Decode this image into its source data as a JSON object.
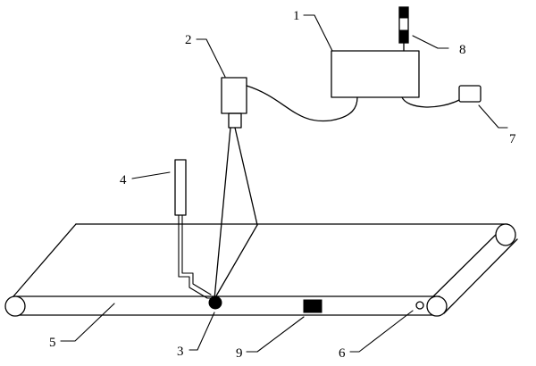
{
  "labels": {
    "controller": "1",
    "camera": "2",
    "target": "3",
    "sensor": "4",
    "conveyor": "5",
    "encoder": "6",
    "remote": "7",
    "indicator": "8",
    "part": "9"
  },
  "colors": {
    "line": "#000000",
    "background": "#ffffff"
  }
}
